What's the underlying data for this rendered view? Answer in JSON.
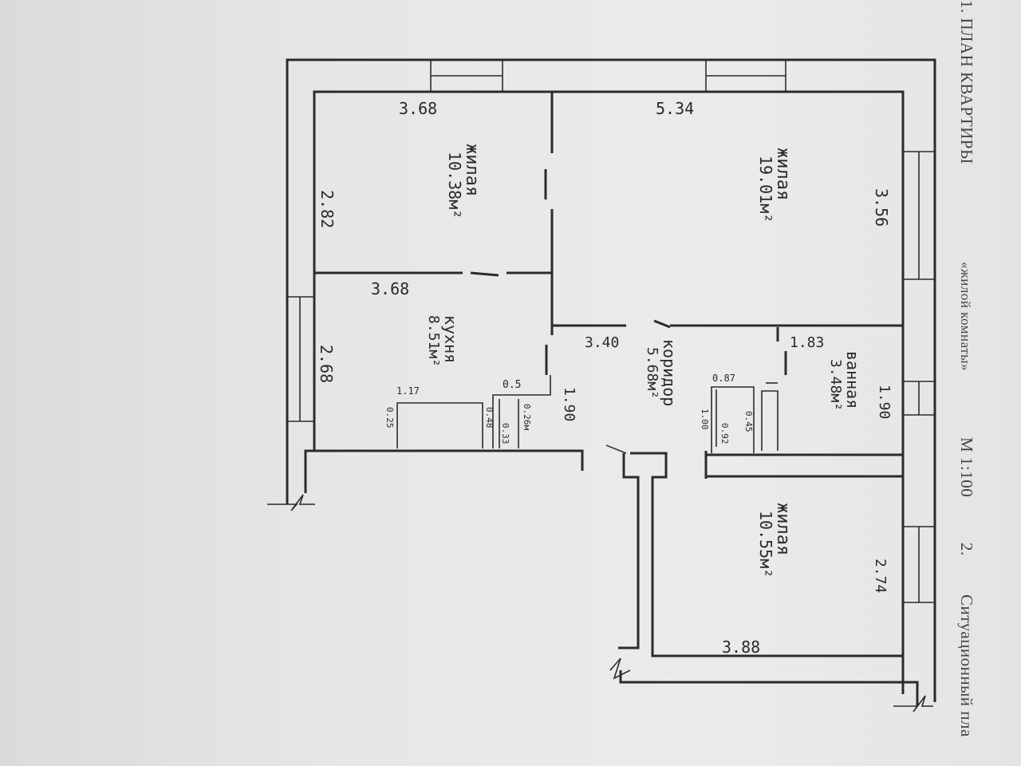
{
  "header": {
    "text1": "1. ПЛАН КВАРТИРЫ",
    "text2": "«жилой комнаты»",
    "text3": "М 1:100",
    "text4": "2.",
    "text5": "Ситуационный пла"
  },
  "rooms": {
    "living_top": {
      "name": "жилая",
      "area": "10.38м²"
    },
    "living_big": {
      "name": "жилая",
      "area": "19.01м²"
    },
    "kitchen": {
      "name": "кухня",
      "area": "8.51м²"
    },
    "corridor": {
      "name": "коридор",
      "area": "5.68м²"
    },
    "bathroom": {
      "name": "ванная",
      "area": "3.48м²"
    },
    "living_bottom": {
      "name": "жилая",
      "area": "10.55м²"
    }
  },
  "dims": {
    "d1": "3.68",
    "d2": "5.34",
    "d3": "2.82",
    "d4": "3.56",
    "d5": "3.68",
    "d6": "3.40",
    "d7": "1.83",
    "d8": "2.68",
    "d9": "1.17",
    "d10": "0.5",
    "d11": "1.90",
    "d12": "1.90",
    "d13": "0.87",
    "d14": "0.26м",
    "d15": "0.33",
    "d16": "0.45",
    "d17": "2.74",
    "d18": "3.88",
    "d19": "0.25",
    "d20": "0.48",
    "d21": "1.00",
    "d22": "0.92"
  }
}
